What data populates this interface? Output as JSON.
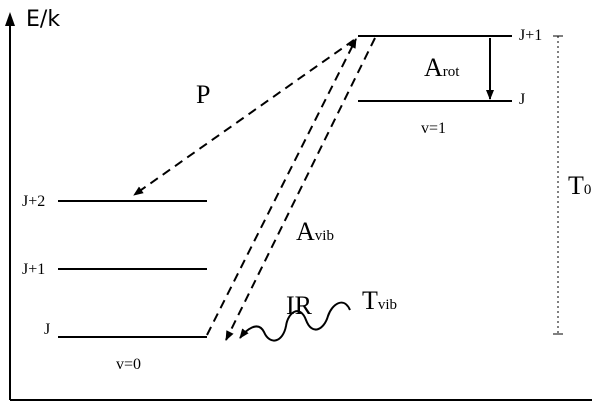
{
  "axis": {
    "label": "E/k"
  },
  "lower_state": {
    "label": "v=0",
    "levels": [
      {
        "label": "J+2"
      },
      {
        "label": "J+1"
      },
      {
        "label": "J"
      }
    ]
  },
  "upper_state": {
    "label": "v=1",
    "levels": [
      {
        "label": "J+1"
      },
      {
        "label": "J"
      }
    ]
  },
  "transitions": {
    "p": {
      "label": "P"
    },
    "a_vib": {
      "main": "A",
      "sub": "vib"
    },
    "a_rot": {
      "main": "A",
      "sub": "rot"
    },
    "ir": {
      "label": "IR"
    },
    "t_vib": {
      "main": "T",
      "sub": "vib"
    },
    "t0": {
      "main": "T",
      "sub": "0"
    }
  }
}
